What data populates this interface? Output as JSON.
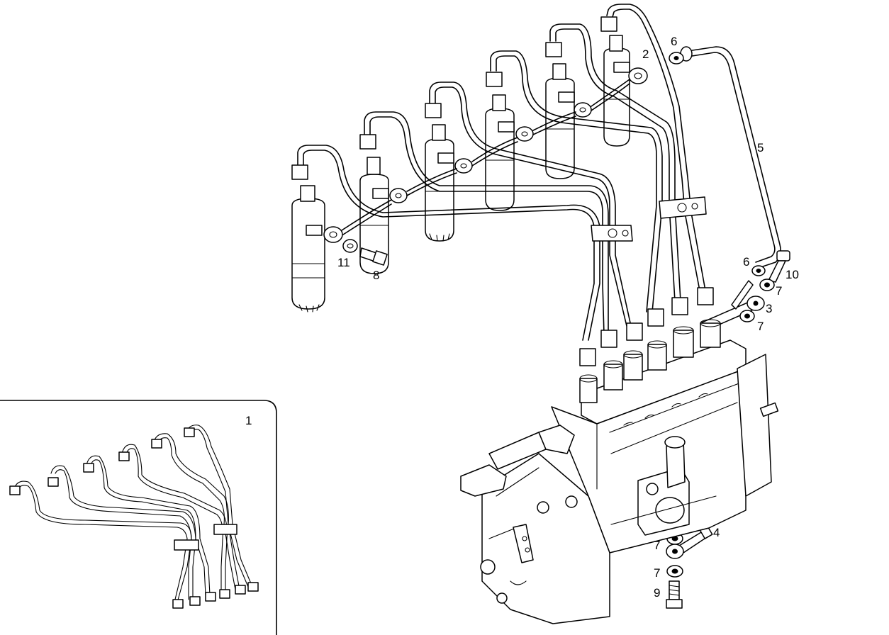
{
  "diagram": {
    "callouts": {
      "c1": "1",
      "c2": "2",
      "c3": "3",
      "c4": "4",
      "c5": "5",
      "c6a": "6",
      "c6b": "6",
      "c7a": "7",
      "c7b": "7",
      "c7c": "7",
      "c7d": "7",
      "c8": "8",
      "c9": "9",
      "c10": "10",
      "c11": "11"
    }
  }
}
